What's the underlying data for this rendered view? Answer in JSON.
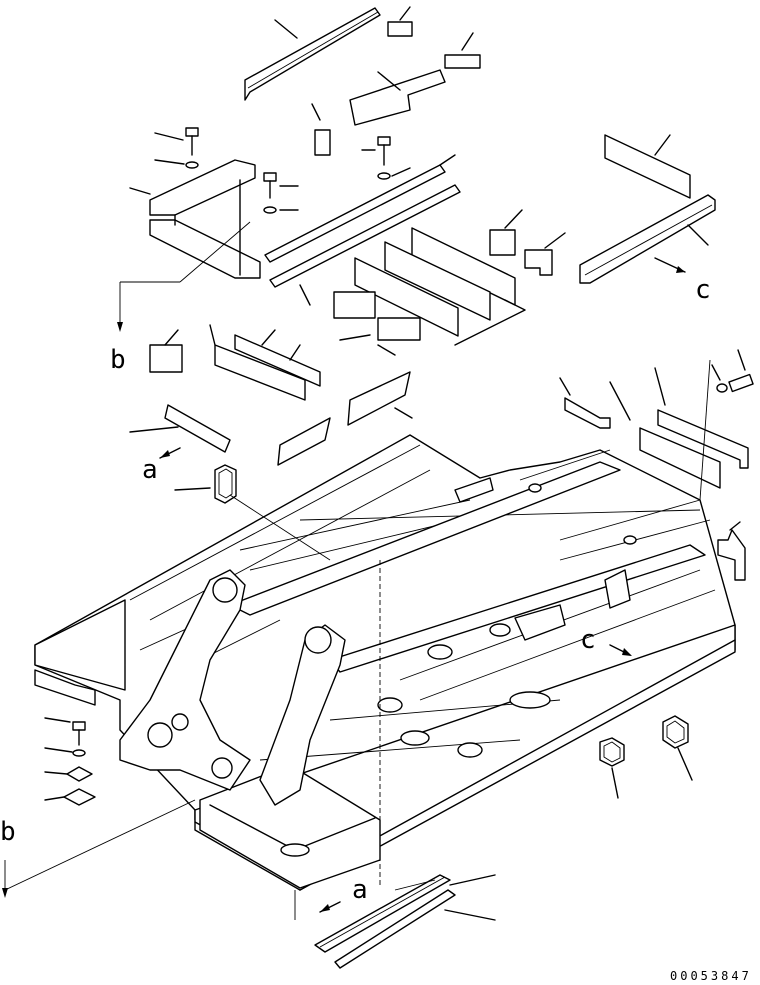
{
  "drawing": {
    "callouts": {
      "a": "a",
      "b": "b",
      "c": "c"
    },
    "drawing_number": "00053847"
  }
}
